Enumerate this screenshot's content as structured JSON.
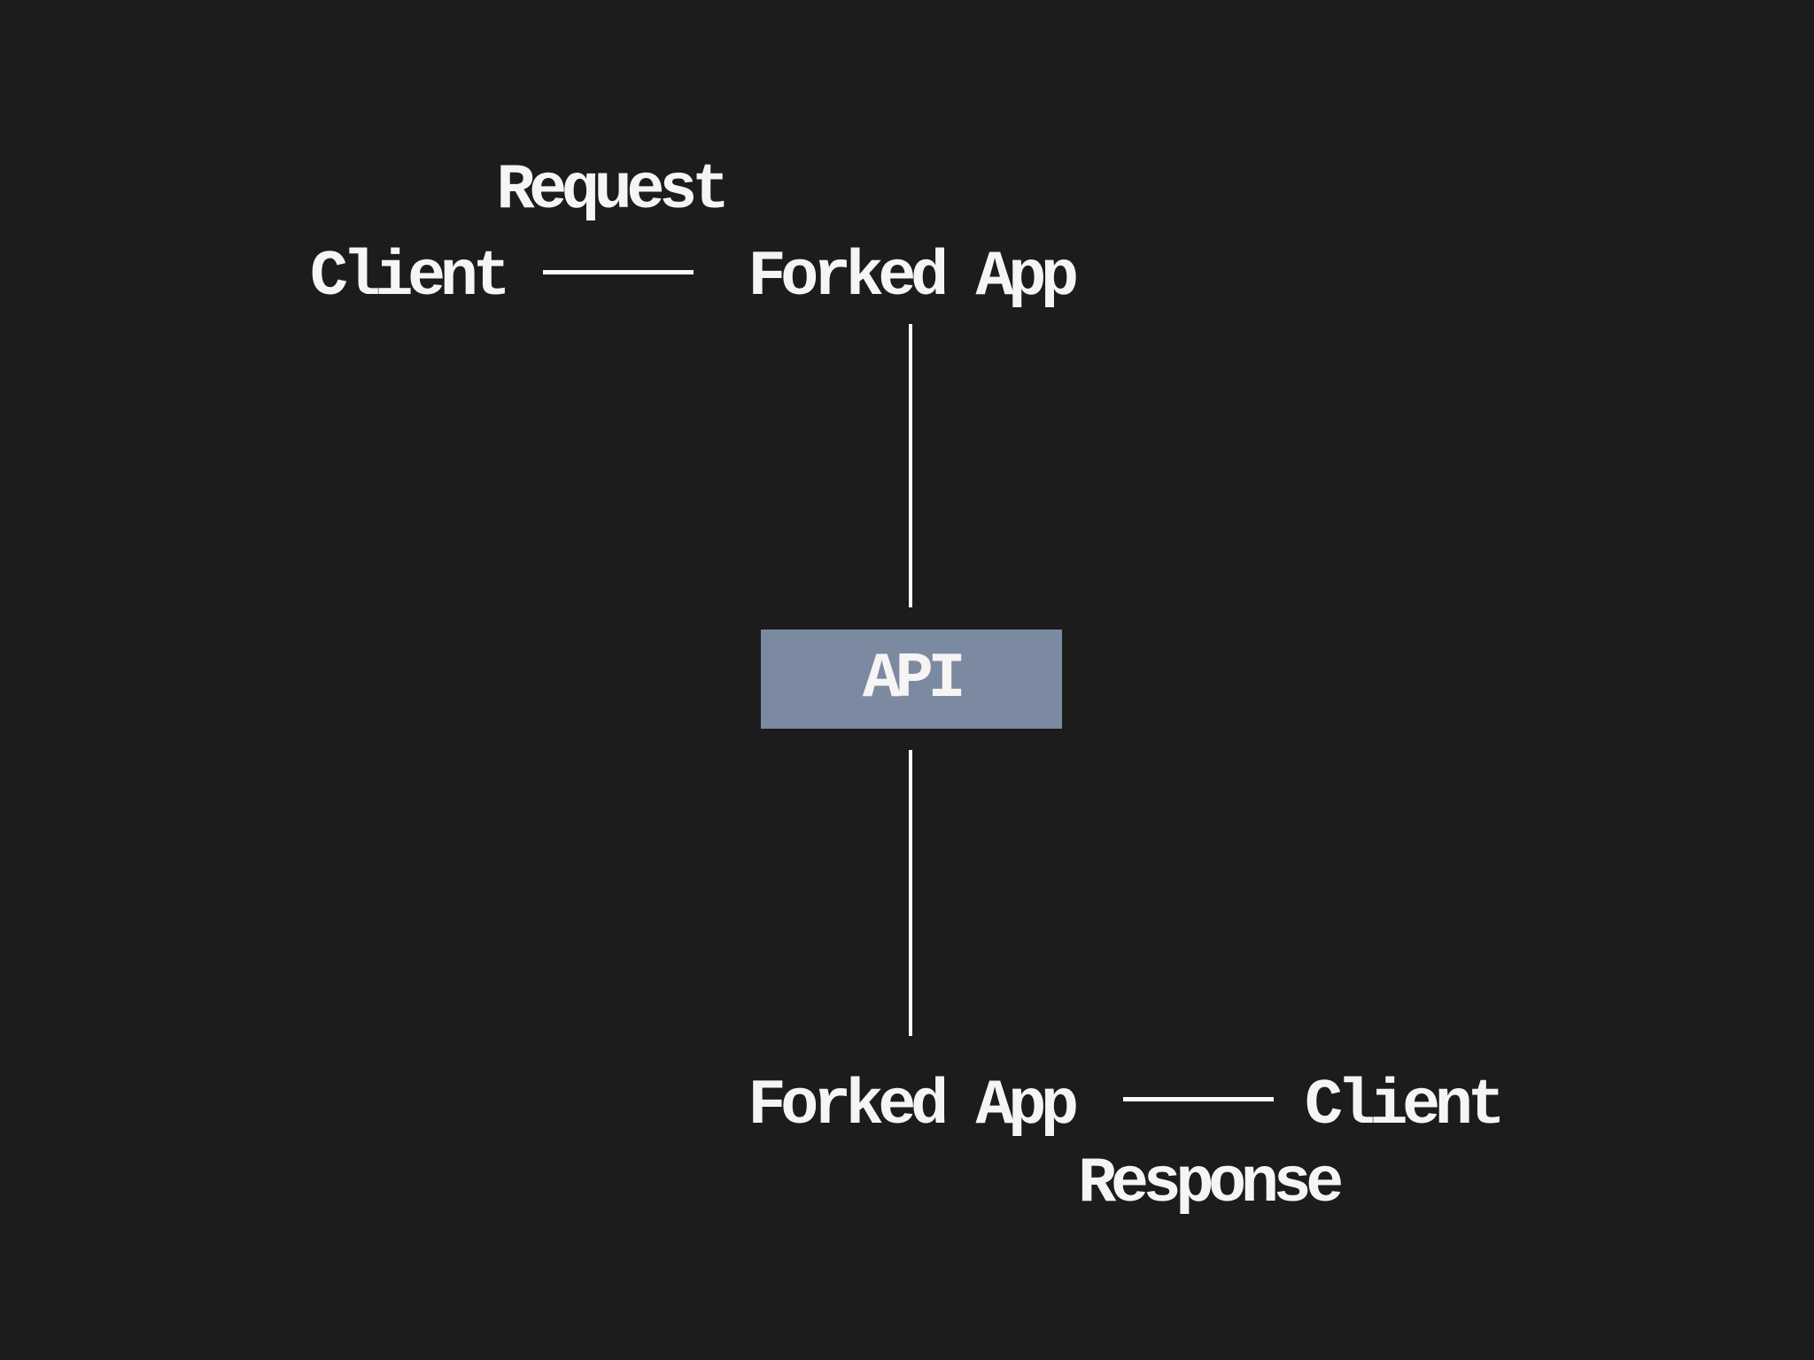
{
  "colors": {
    "background": "#1d1c1c",
    "text": "#f6f5f3",
    "connector_line": "#fbfbfa",
    "api_box_fill": "#7b8aa1"
  },
  "top_flow": {
    "request_label": "Request",
    "client_label": "Client",
    "forked_app_label": "Forked App"
  },
  "api_node": {
    "label": "API"
  },
  "bottom_flow": {
    "forked_app_label": "Forked App",
    "client_label": "Client",
    "response_label": "Response"
  }
}
